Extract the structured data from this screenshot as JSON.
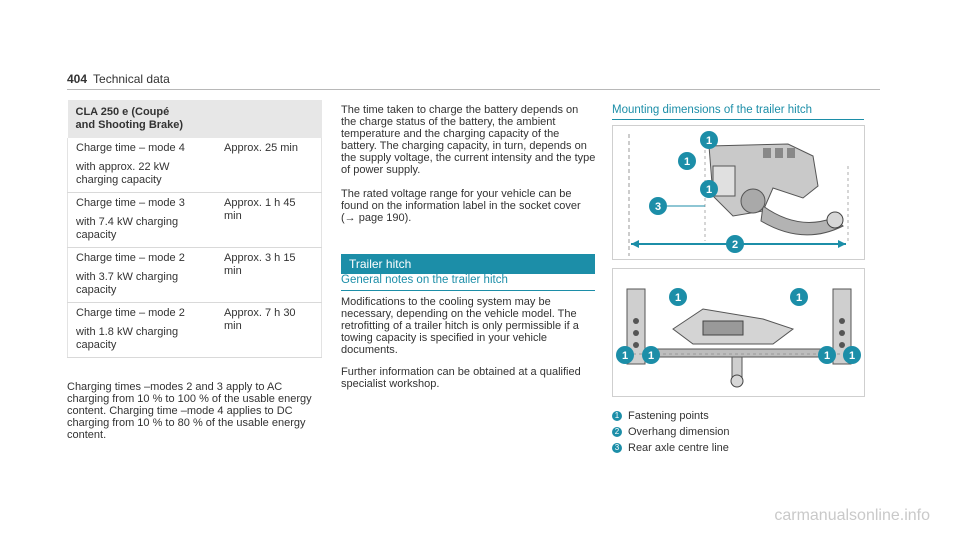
{
  "header": {
    "page_number": "404",
    "section": "Technical data"
  },
  "table": {
    "title_line1": "CLA 250 e (Coupé",
    "title_line2": "and Shooting Brake)",
    "rows": [
      {
        "mode": "Charge time – mode 4",
        "detail1": "with approx. 22 kW",
        "detail2": "charging capacity",
        "time": "Approx. 25 min"
      },
      {
        "mode": "Charge time – mode 3",
        "detail1": "with 7.4 kW charging",
        "detail2": "capacity",
        "time": "Approx. 1 h 45 min"
      },
      {
        "mode": "Charge time – mode 2",
        "detail1": "with 3.7 kW charging",
        "detail2": "capacity",
        "time": "Approx. 3 h 15 min"
      },
      {
        "mode": "Charge time – mode 2",
        "detail1": "with 1.8 kW charging",
        "detail2": "capacity",
        "time": "Approx. 7 h 30 min"
      }
    ]
  },
  "charging_note": "Charging times –modes 2 and 3 apply to AC charging from 10 % to 100 % of the usable energy content. Charging time –mode 4 applies to DC charging from 10 % to 80 % of the usable energy content.",
  "middle": {
    "para1": "The time taken to charge the battery depends on the charge status of the battery, the ambient temperature and the charging capacity of the battery. The charging capacity, in turn, depends on the supply voltage, the current intensity and the type of power supply.",
    "para2": "The rated voltage range for your vehicle can be found on the information label in the socket cover (→ page 190).",
    "banner": "Trailer hitch",
    "subheading": "General notes on the trailer hitch",
    "para3": "Modifications to the cooling system may be necessary, depending on the vehicle model. The retrofitting of a trailer hitch is only permissible if a towing capacity is specified in your vehicle documents.",
    "para4": "Further information can be obtained at a qualified specialist workshop."
  },
  "right": {
    "heading": "Mounting dimensions of the trailer hitch",
    "callout_1": "1",
    "callout_2": "2",
    "callout_3": "3",
    "legend": [
      {
        "num": "1",
        "label": "Fastening points"
      },
      {
        "num": "2",
        "label": "Overhang dimension"
      },
      {
        "num": "3",
        "label": "Rear axle centre line"
      }
    ]
  },
  "watermark": "carmanualsonline.info",
  "colors": {
    "accent": "#1c8ea8",
    "table_header": "#e7e7e7"
  }
}
